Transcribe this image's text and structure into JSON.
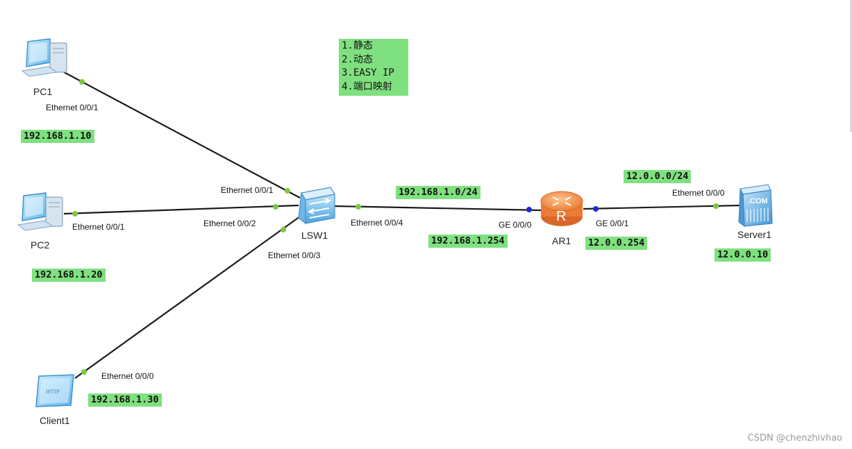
{
  "devices": {
    "pc1": {
      "name": "PC1",
      "ip": "192.168.1.10",
      "port": "Ethernet 0/0/1"
    },
    "pc2": {
      "name": "PC2",
      "ip": "192.168.1.20",
      "port": "Ethernet 0/0/1"
    },
    "client1": {
      "name": "Client1",
      "ip": "192.168.1.30",
      "port": "Ethernet 0/0/0",
      "icon_text": "HTTP"
    },
    "lsw1": {
      "name": "LSW1",
      "ports": [
        "Ethernet 0/0/1",
        "Ethernet 0/0/2",
        "Ethernet 0/0/3",
        "Ethernet 0/0/4"
      ]
    },
    "ar1": {
      "name": "AR1",
      "icon_text": "R",
      "ports": [
        "GE 0/0/0",
        "GE 0/0/1"
      ],
      "ip_inside": "192.168.1.254",
      "ip_outside": "12.0.0.254"
    },
    "server1": {
      "name": "Server1",
      "ip": "12.0.0.10",
      "port": "Ethernet 0/0/0",
      "icon_text": ".COM"
    }
  },
  "networks": {
    "lan": "192.168.1.0/24",
    "wan": "12.0.0.0/24"
  },
  "nat_methods": [
    "1.静态",
    "2.动态",
    "3.EASY IP",
    "4.端口映射"
  ],
  "watermark": "CSDN @chenzhivhao",
  "colors": {
    "note_bg": "#7fe07f",
    "link": "#1a1a1a",
    "port_dot_green": "#7cc842",
    "port_dot_blue": "#1a2bd6",
    "router_orange": "#f08a3c",
    "switch_blue": "#6fb6e8"
  }
}
